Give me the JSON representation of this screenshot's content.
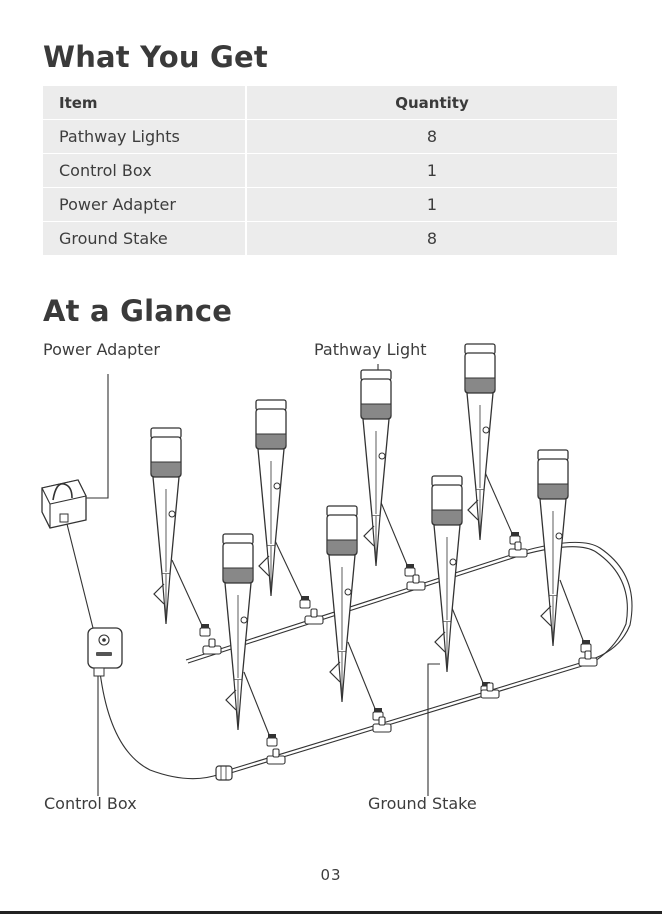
{
  "sections": {
    "what_you_get": {
      "title": "What You Get"
    },
    "at_a_glance": {
      "title": "At a Glance"
    }
  },
  "table": {
    "headers": {
      "item": "Item",
      "quantity": "Quantity"
    },
    "rows": [
      {
        "item": "Pathway Lights",
        "quantity": "8"
      },
      {
        "item": "Control Box",
        "quantity": "1"
      },
      {
        "item": "Power Adapter",
        "quantity": "1"
      },
      {
        "item": "Ground Stake",
        "quantity": "8"
      }
    ]
  },
  "diagram": {
    "labels": {
      "power_adapter": "Power Adapter",
      "pathway_light": "Pathway Light",
      "control_box": "Control Box",
      "ground_stake": "Ground Stake"
    }
  },
  "page_number": "03"
}
